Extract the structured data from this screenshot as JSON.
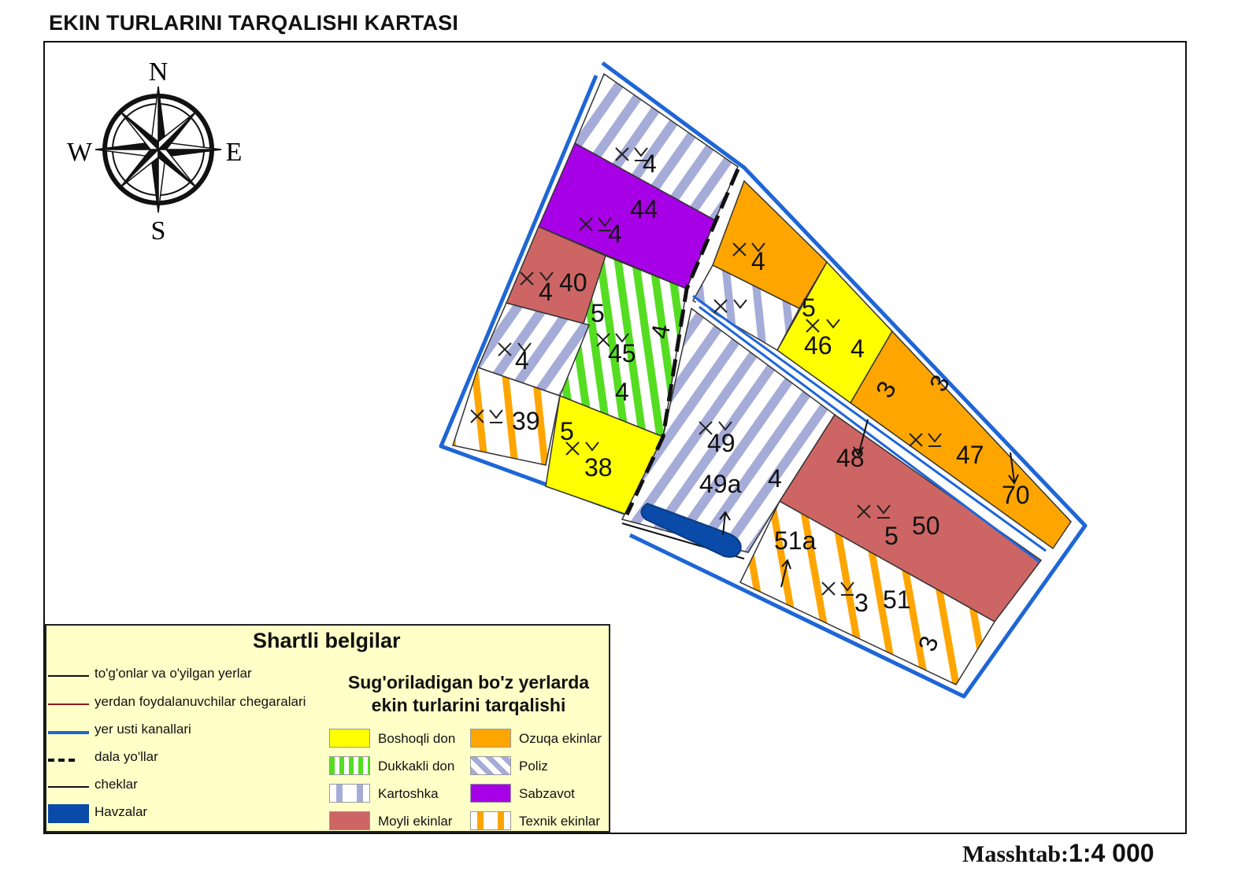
{
  "map": {
    "title": "EKIN TURLARINI TARQALISHI KARTASI",
    "scale": {
      "label": "Masshtab:",
      "value": "1:4 000"
    },
    "compass": {
      "north": "N",
      "south": "S",
      "east": "E",
      "west": "W"
    },
    "field_numbers": [
      "44",
      "40",
      "45",
      "46",
      "39",
      "38",
      "49",
      "49a",
      "48",
      "47",
      "70",
      "50",
      "51a",
      "51"
    ],
    "soil_codes": [
      "4",
      "5",
      "3"
    ]
  },
  "legend": {
    "title": "Shartli belgilar",
    "subtitle_line1": "Sug'oriladigan bo'z yerlarda",
    "subtitle_line2": "ekin turlarini tarqalishi",
    "lines": [
      {
        "label": "to'g'onlar va o'yilgan yerlar",
        "color": "#111111"
      },
      {
        "label": "yerdan foydalanuvchilar chegaralari",
        "color": "#8b1a1a"
      },
      {
        "label": "yer usti kanallari",
        "color": "#1e66d6"
      },
      {
        "label": "dala yo'llar",
        "color": "#111111"
      },
      {
        "label": "cheklar",
        "color": "#111111"
      },
      {
        "label": "Havzalar",
        "color": "#0a4aa8"
      }
    ],
    "crops_left": [
      {
        "label": "Boshoqli don",
        "color": "#ffff00"
      },
      {
        "label": "Dukkakli don",
        "color": "#55dd22"
      },
      {
        "label": "Kartoshka",
        "color": "#a6acd8"
      },
      {
        "label": "Moyli ekinlar",
        "color": "#cd6565"
      }
    ],
    "crops_right": [
      {
        "label": "Ozuqa ekinlar",
        "color": "#ffa500"
      },
      {
        "label": "Poliz",
        "color": "#a6acd8"
      },
      {
        "label": "Sabzavot",
        "color": "#a800e6"
      },
      {
        "label": "Texnik ekinlar",
        "color": "#ffa500"
      }
    ]
  }
}
